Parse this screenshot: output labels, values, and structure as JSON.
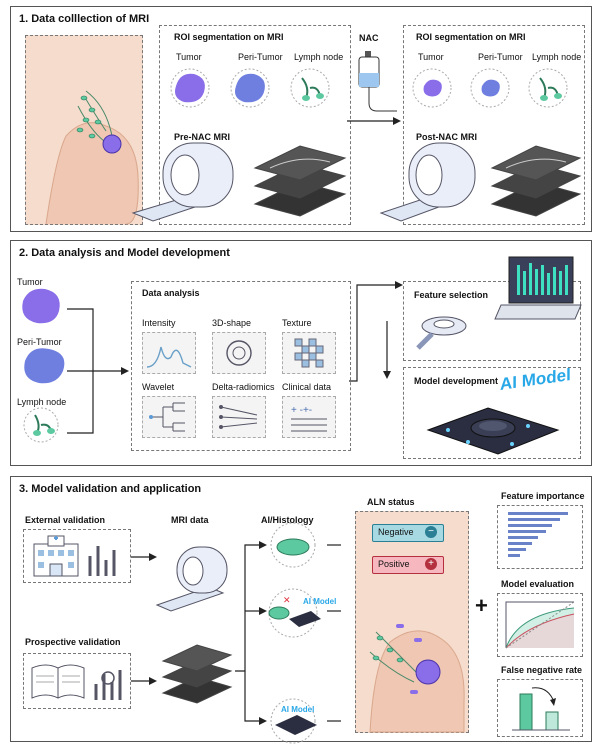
{
  "panel1": {
    "title": "1. Data colllection of MRI",
    "pre": {
      "roi_title": "ROI segmentation on MRI",
      "tumor": "Tumor",
      "peri": "Peri-Tumor",
      "lymph": "Lymph node",
      "mri": "Pre-NAC MRI"
    },
    "nac": "NAC",
    "post": {
      "roi_title": "ROI segmentation on MRI",
      "tumor": "Tumor",
      "peri": "Peri-Tumor",
      "lymph": "Lymph node",
      "mri": "Post-NAC MRI"
    }
  },
  "panel2": {
    "title": "2. Data analysis and Model development",
    "inputs": [
      "Tumor",
      "Peri-Tumor",
      "Lymph node"
    ],
    "analysis_title": "Data analysis",
    "features": [
      "Intensity",
      "3D-shape",
      "Texture",
      "Wavelet",
      "Delta-radiomics",
      "Clinical data"
    ],
    "feature_selection": "Feature selection",
    "model_development": "Model development",
    "ai_model": "AI Model"
  },
  "panel3": {
    "title": "3. Model validation and application",
    "external": "External validation",
    "prospective": "Prospective validation",
    "mri_data": "MRI data",
    "ai_histology": "AI/Histology",
    "aln_status": "ALN status",
    "negative": "Negative",
    "positive": "Positive",
    "ai_label": "AI Model",
    "feature_importance": "Feature importance",
    "model_evaluation": "Model evaluation",
    "false_negative_rate": "False negative rate",
    "plus": "+"
  },
  "colors": {
    "tumor": "#8a6de8",
    "peri": "#6f7fe0",
    "lymph": "#5cc9a0",
    "ai": "#29a8e8",
    "negative": "#a7d9e3",
    "positive": "#f6b7bf"
  }
}
